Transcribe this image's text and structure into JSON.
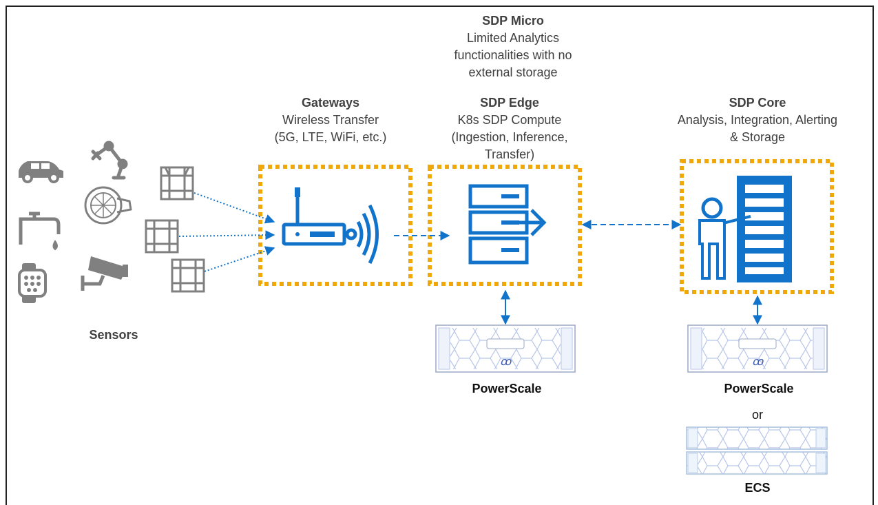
{
  "micro": {
    "title": "SDP Micro",
    "line1": "Limited Analytics",
    "line2": "functionalities with no",
    "line3": "external storage"
  },
  "gateways": {
    "title": "Gateways",
    "line1": "Wireless Transfer",
    "line2": "(5G, LTE, WiFi, etc.)"
  },
  "edge": {
    "title": "SDP Edge",
    "line1": "K8s SDP Compute",
    "line2": "(Ingestion, Inference,",
    "line3": "Transfer)"
  },
  "core": {
    "title": "SDP Core",
    "line1": "Analysis, Integration, Alerting",
    "line2": "& Storage"
  },
  "sensors": {
    "label": "Sensors"
  },
  "storage": {
    "edge_label": "PowerScale",
    "core_label": "PowerScale",
    "or_label": "or",
    "ecs_label": "ECS"
  },
  "colors": {
    "accent_blue": "#1173c9",
    "dotted_orange": "#f0a70a",
    "icon_gray": "#7f7f7f",
    "text_gray": "#404040"
  },
  "icons": [
    "car-icon",
    "robot-arm-icon",
    "turbine-icon",
    "faucet-icon",
    "security-camera-icon",
    "smartwatch-icon",
    "chip-icon",
    "router-icon",
    "server-stack-icon",
    "presenter-rack-icon",
    "storage-array-icon"
  ]
}
